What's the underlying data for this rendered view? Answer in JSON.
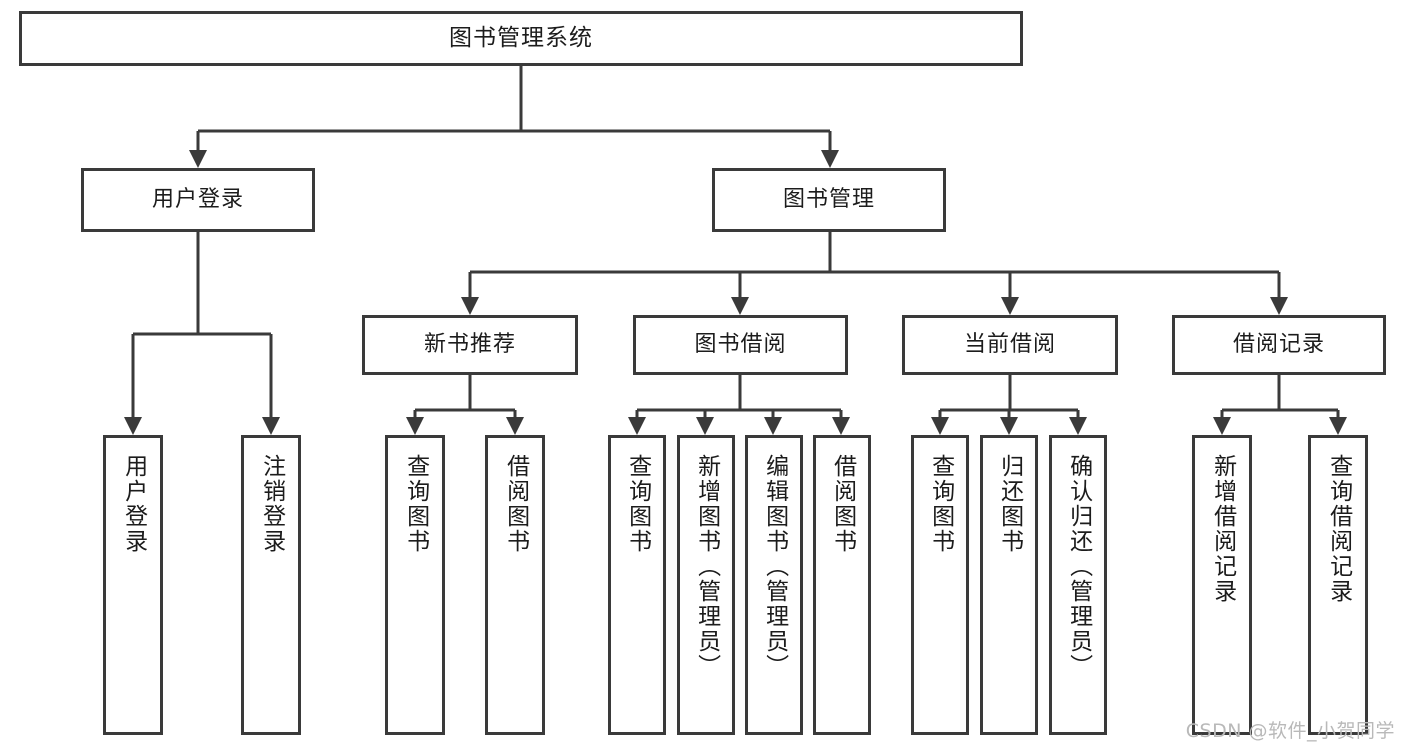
{
  "diagram": {
    "type": "tree",
    "title": "图书管理系统",
    "root": {
      "label": "图书管理系统"
    },
    "level2": [
      {
        "label": "用户登录"
      },
      {
        "label": "图书管理"
      }
    ],
    "level3": [
      {
        "label": "新书推荐"
      },
      {
        "label": "图书借阅"
      },
      {
        "label": "当前借阅"
      },
      {
        "label": "借阅记录"
      }
    ],
    "leaves": {
      "user_login": [
        {
          "label": "用户登录"
        },
        {
          "label": "注销登录"
        }
      ],
      "new_book_recommend": [
        {
          "label": "查询图书"
        },
        {
          "label": "借阅图书"
        }
      ],
      "book_borrow": [
        {
          "label": "查询图书"
        },
        {
          "label": "新增图书（管理员）"
        },
        {
          "label": "编辑图书（管理员）"
        },
        {
          "label": "借阅图书"
        }
      ],
      "current_borrow": [
        {
          "label": "查询图书"
        },
        {
          "label": "归还图书"
        },
        {
          "label": "确认归还（管理员）"
        }
      ],
      "borrow_record": [
        {
          "label": "新增借阅记录"
        },
        {
          "label": "查询借阅记录"
        }
      ]
    }
  },
  "watermark": {
    "text": "CSDN @软件_小贺同学"
  },
  "colors": {
    "stroke": "#3a3a3a",
    "text": "#1c1c1c",
    "background": "#ffffff",
    "watermark": "#b9b9b9"
  }
}
